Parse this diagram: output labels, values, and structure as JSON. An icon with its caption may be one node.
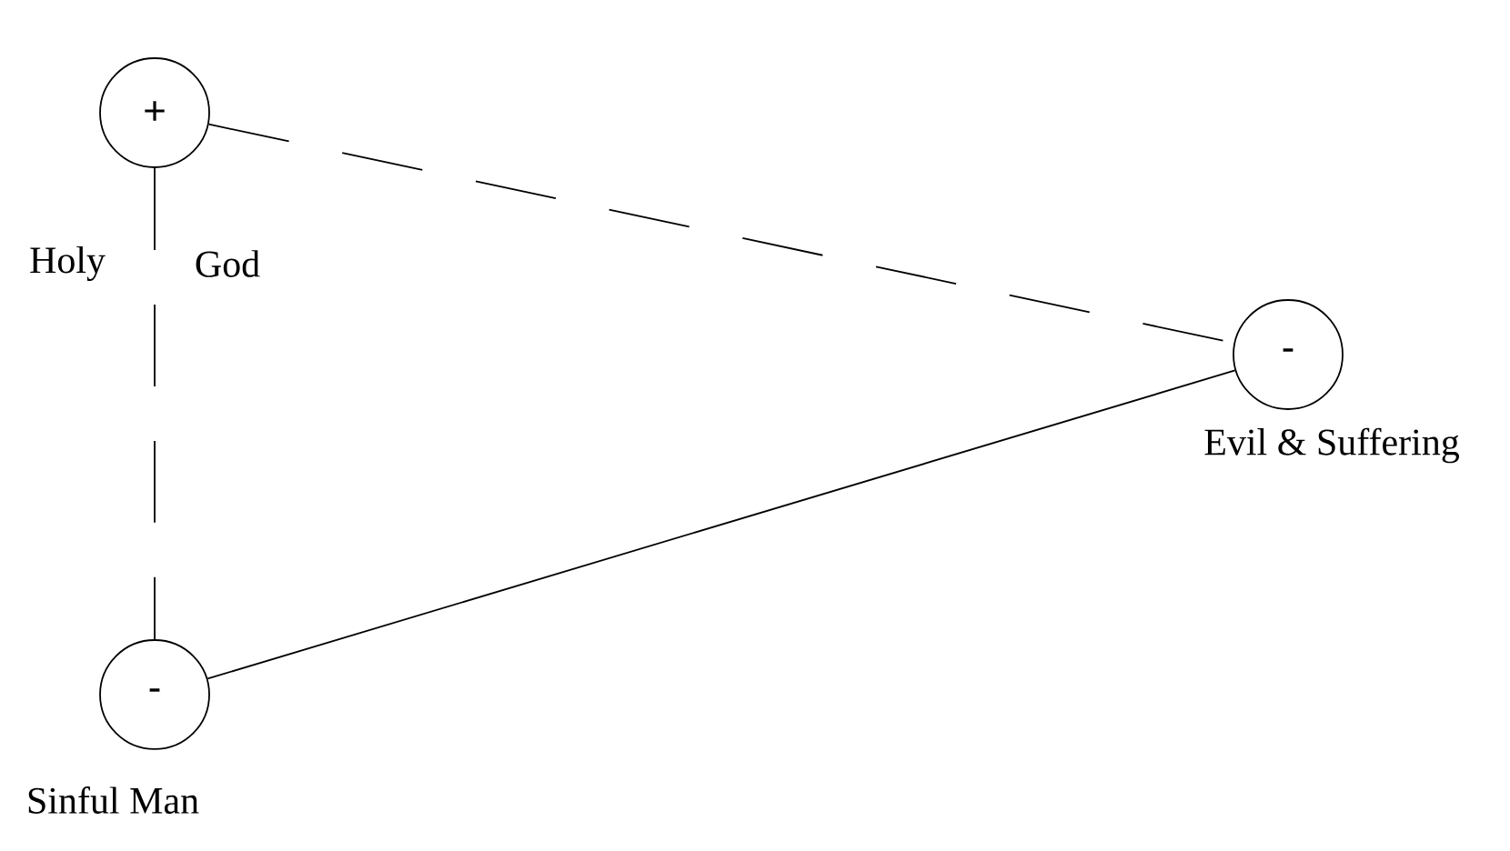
{
  "diagram": {
    "nodes": [
      {
        "text": [
          "+"
        ],
        "beside": [
          "Holy",
          "God"
        ]
      },
      {
        "text": [
          "-"
        ],
        "beside": [
          "Sinful Man"
        ]
      },
      {
        "text": [
          "-"
        ],
        "beside": [
          "Evil & Suffering"
        ]
      }
    ],
    "edges": [
      {
        "from": 0,
        "to": 1,
        "arrow": "none",
        "style": "dashed"
      },
      {
        "from": 0,
        "to": 2,
        "arrow": "none",
        "style": "dashed"
      },
      {
        "from": 1,
        "to": 2,
        "arrow": "none"
      }
    ]
  }
}
